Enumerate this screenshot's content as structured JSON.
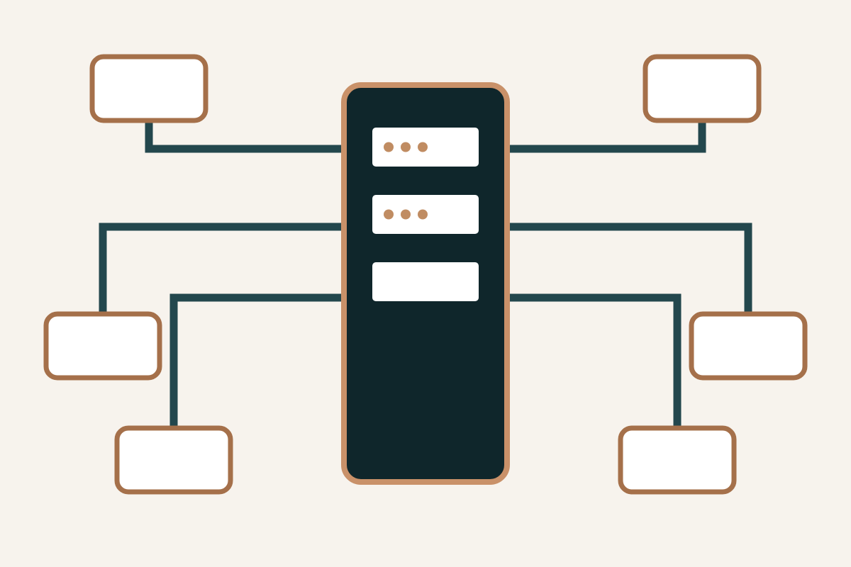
{
  "colors": {
    "background": "#f7f3ed",
    "node_border": "#a5704a",
    "node_fill": "#ffffff",
    "connector": "#23474d",
    "server_body": "#0f262b",
    "server_border": "#c99169",
    "slot_fill": "#ffffff",
    "slot_indicator": "#c08c62"
  },
  "icons": {
    "server": "server-rack-icon",
    "indicator": "status-dot-icon"
  },
  "server": {
    "slots": [
      {
        "indicator_dots": 3
      },
      {
        "indicator_dots": 3
      },
      {
        "indicator_dots": 0
      }
    ]
  },
  "nodes": [
    {
      "id": "top-left",
      "label": ""
    },
    {
      "id": "mid-left",
      "label": ""
    },
    {
      "id": "bottom-left",
      "label": ""
    },
    {
      "id": "top-right",
      "label": ""
    },
    {
      "id": "mid-right",
      "label": ""
    },
    {
      "id": "bottom-right",
      "label": ""
    }
  ]
}
